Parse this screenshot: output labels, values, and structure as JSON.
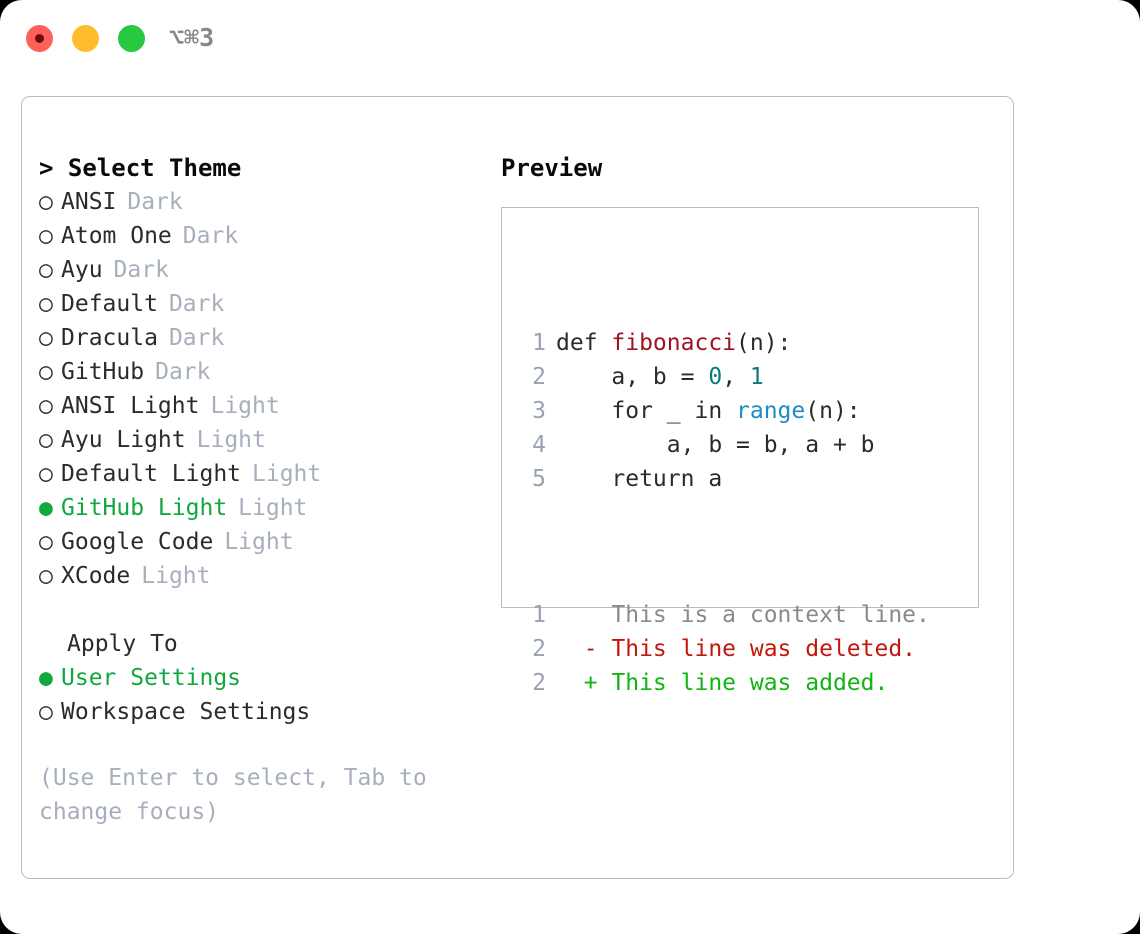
{
  "titlebar": {
    "shortcut": "⌥⌘3",
    "buttons": [
      {
        "name": "close",
        "color": "#ff6159"
      },
      {
        "name": "minimize",
        "color": "#ffbd2e"
      },
      {
        "name": "maximize",
        "color": "#28c840"
      }
    ]
  },
  "colors": {
    "accent_green": "#11a83e",
    "muted": "#a7afbd",
    "text": "#2b2b2b",
    "border": "#b6bdca",
    "line_number": "#99a2b0",
    "syntax_function": "#9e1420",
    "syntax_number": "#0a7a7a",
    "syntax_call": "#1a8cc8",
    "diff_deleted": "#c3170d",
    "diff_added": "#11b511",
    "diff_context": "#8a8a8a"
  },
  "theme_picker": {
    "header": "> Select Theme",
    "items": [
      {
        "name": "ANSI",
        "mode": "Dark",
        "selected": false,
        "marker": "○"
      },
      {
        "name": "Atom One",
        "mode": "Dark",
        "selected": false,
        "marker": "○"
      },
      {
        "name": "Ayu",
        "mode": "Dark",
        "selected": false,
        "marker": "○"
      },
      {
        "name": "Default",
        "mode": "Dark",
        "selected": false,
        "marker": "○"
      },
      {
        "name": "Dracula",
        "mode": "Dark",
        "selected": false,
        "marker": "○"
      },
      {
        "name": "GitHub",
        "mode": "Dark",
        "selected": false,
        "marker": "○"
      },
      {
        "name": "ANSI Light",
        "mode": "Light",
        "selected": false,
        "marker": "○"
      },
      {
        "name": "Ayu Light",
        "mode": "Light",
        "selected": false,
        "marker": "○"
      },
      {
        "name": "Default Light",
        "mode": "Light",
        "selected": false,
        "marker": "○"
      },
      {
        "name": "GitHub Light",
        "mode": "Light",
        "selected": true,
        "marker": "●"
      },
      {
        "name": "Google Code",
        "mode": "Light",
        "selected": false,
        "marker": "○"
      },
      {
        "name": "XCode",
        "mode": "Light",
        "selected": false,
        "marker": "○"
      }
    ]
  },
  "apply_to": {
    "title": "Apply To",
    "items": [
      {
        "label": "User Settings",
        "selected": true,
        "marker": "●"
      },
      {
        "label": "Workspace Settings",
        "selected": false,
        "marker": "○"
      }
    ]
  },
  "hint": "(Use Enter to select, Tab to change focus)",
  "preview": {
    "header": "Preview",
    "code_lines": [
      {
        "number": "1",
        "tokens": [
          {
            "text": "def ",
            "style": "plain"
          },
          {
            "text": "fibonacci",
            "style": "func"
          },
          {
            "text": "(n):",
            "style": "plain"
          }
        ]
      },
      {
        "number": "2",
        "tokens": [
          {
            "text": "    a, b = ",
            "style": "plain"
          },
          {
            "text": "0",
            "style": "num"
          },
          {
            "text": ", ",
            "style": "plain"
          },
          {
            "text": "1",
            "style": "num"
          }
        ]
      },
      {
        "number": "3",
        "tokens": [
          {
            "text": "    for _ in ",
            "style": "plain"
          },
          {
            "text": "range",
            "style": "call"
          },
          {
            "text": "(n):",
            "style": "plain"
          }
        ]
      },
      {
        "number": "4",
        "tokens": [
          {
            "text": "        a, b = b, a + b",
            "style": "plain"
          }
        ]
      },
      {
        "number": "5",
        "tokens": [
          {
            "text": "    return a",
            "style": "plain"
          }
        ]
      }
    ],
    "diff_lines": [
      {
        "number": "1",
        "sign": "  ",
        "text": "This is a context line.",
        "style": "ctx"
      },
      {
        "number": "2",
        "sign": "- ",
        "text": "This line was deleted.",
        "style": "del"
      },
      {
        "number": "2",
        "sign": "+ ",
        "text": "This line was added.",
        "style": "add"
      }
    ]
  }
}
